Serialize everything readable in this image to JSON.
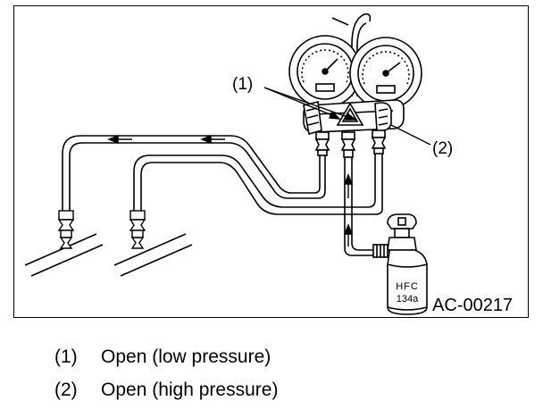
{
  "diagram": {
    "callout_1": "(1)",
    "callout_2": "(2)",
    "figure_code": "AC-00217",
    "can_label_line1": "HFC",
    "can_label_line2": "134a"
  },
  "legend": [
    {
      "num": "(1)",
      "text": "Open (low pressure)"
    },
    {
      "num": "(2)",
      "text": "Open (high pressure)"
    }
  ]
}
